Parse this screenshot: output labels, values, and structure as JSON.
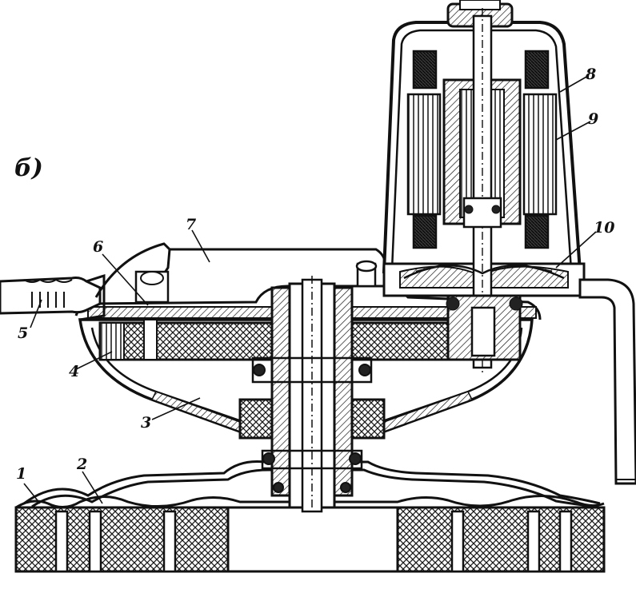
{
  "figure": {
    "panel_letter": "б)",
    "labels": [
      "1",
      "2",
      "3",
      "4",
      "5",
      "6",
      "7",
      "8",
      "9",
      "10"
    ]
  },
  "colors": {
    "ink": "#111111",
    "paper": "#ffffff",
    "hatch": "#1a1a1a"
  }
}
